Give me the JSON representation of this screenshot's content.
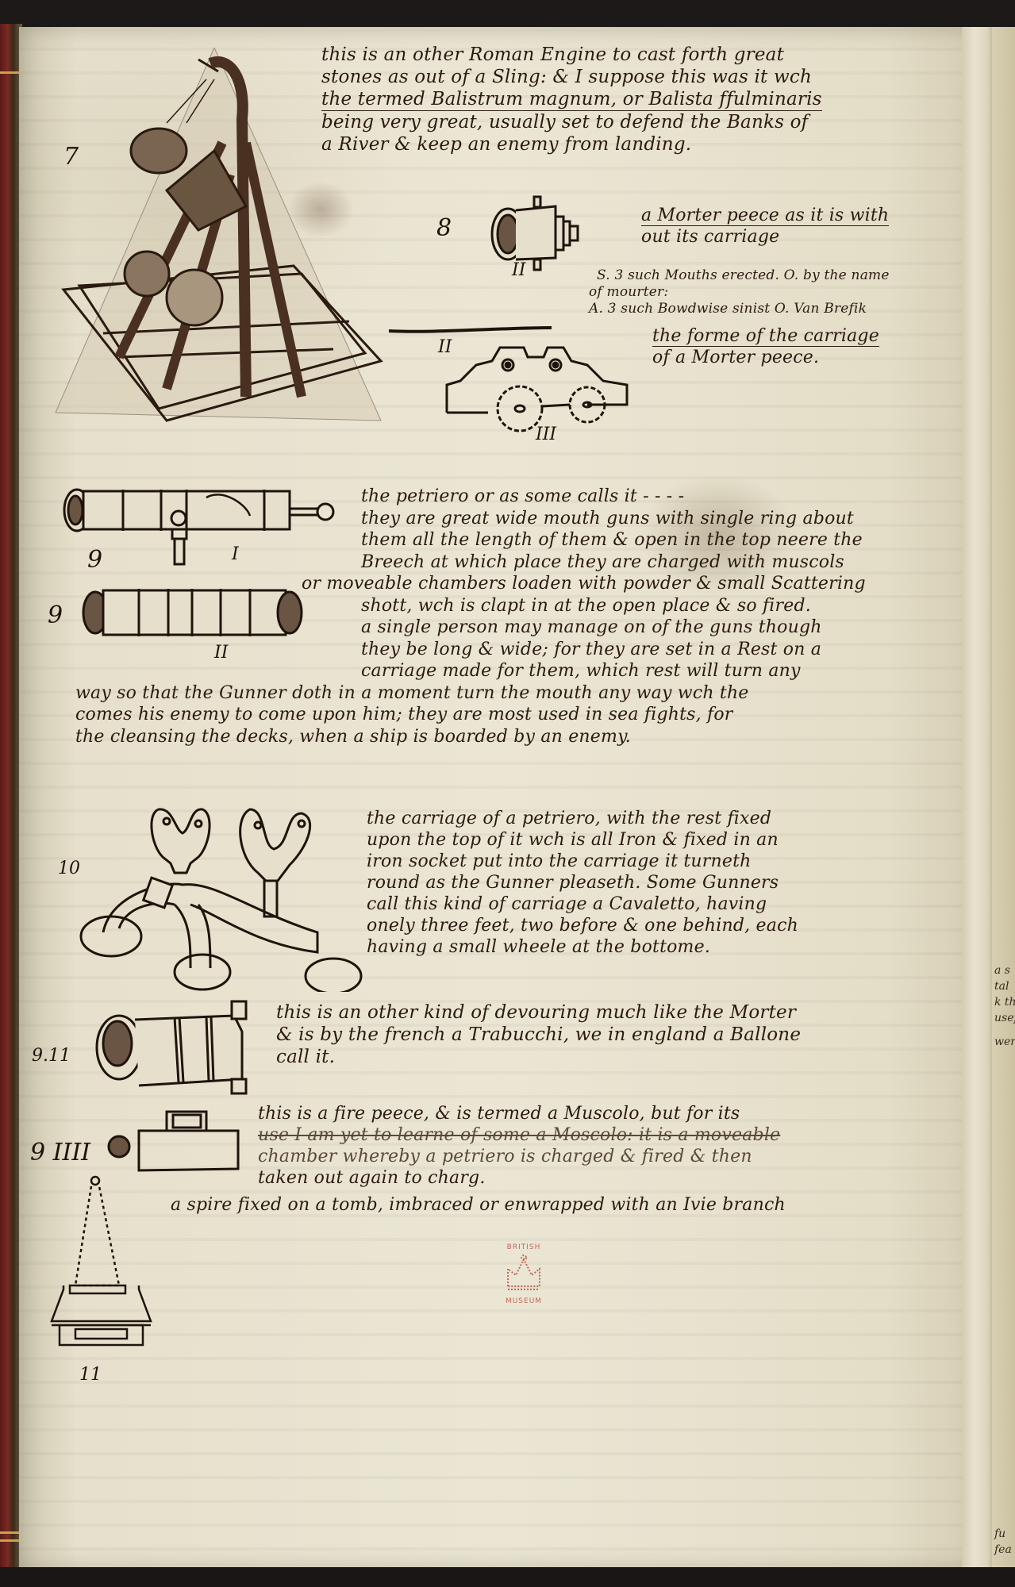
{
  "document": {
    "type": "manuscript page scan",
    "stamp": {
      "top": "BRITISH",
      "bottom": "MUSEUM",
      "color": "#c0685a"
    }
  },
  "colors": {
    "ink": "#2a1a10",
    "paper": "#ebe6d4",
    "background": "#1c1918",
    "binding": "#6a3a2a"
  },
  "figures": [
    {
      "id": "7",
      "label": "7",
      "subject": "Roman engine / ballista with sling"
    },
    {
      "id": "8",
      "label": "8",
      "subject": "mortar piece without carriage",
      "tally": "II"
    },
    {
      "id": "8-carriage",
      "label": "II",
      "subject": "carriage of a mortar piece",
      "tally": "III"
    },
    {
      "id": "9-I",
      "label": "9",
      "tally": "I",
      "subject": "petriero with swivel"
    },
    {
      "id": "9-II",
      "label": "9",
      "tally": "II",
      "subject": "petriero barrel"
    },
    {
      "id": "10",
      "label": "10",
      "subject": "carriage of a petriero (cavaletto)"
    },
    {
      "id": "9-11",
      "label": "9.11",
      "subject": "trabucchi / balloon mortar"
    },
    {
      "id": "9-IIII",
      "label": "9 IIII",
      "subject": "moscolo chamber"
    },
    {
      "id": "11",
      "label": "11",
      "subject": "spire fixed on a tomb"
    }
  ],
  "passages": {
    "p1": [
      "this is an other Roman Engine to cast forth great",
      "stones as out of a Sling: & I suppose this was it wch",
      "the termed Balistrum magnum, or Balista ffulminaris",
      "being very great, usually set to defend the Banks of",
      "a River & keep an enemy from landing."
    ],
    "p2": [
      "a Morter peece as it is with",
      "out its carriage"
    ],
    "p3": [
      "S. 3 such Mouths erected. O. by the name",
      "of mourter:",
      "A. 3 such Bowdwise sinist O. Van Brefik"
    ],
    "p4": [
      "the forme of the carriage",
      "of a Morter peece."
    ],
    "p5": [
      "the petriero or as some calls it - - - -",
      "they are great wide mouth guns with single ring about",
      "them all the length of them & open in the top neere the",
      "Breech at which place they are charged with muscols",
      "or moveable chambers loaden with powder & small Scattering",
      "shott, wch is clapt in at the open place & so fired.",
      "a single person may manage on of the guns though",
      "they be long & wide; for they are set in a Rest on a",
      "carriage made for them, which rest will turn any",
      "way so that the Gunner doth in a moment turn the mouth any way wch the",
      "comes his enemy to come upon him; they are most used in sea fights, for",
      "the cleansing the decks, when a ship is boarded by an enemy."
    ],
    "p6": [
      "the carriage of a petriero, with the rest fixed",
      "upon the top of it wch is all Iron & fixed in an",
      "iron socket put into the carriage it turneth",
      "round as the Gunner pleaseth. Some Gunners",
      "call this kind of carriage a Cavaletto, having",
      "onely three feet, two before & one behind, each",
      "having a small wheele at the bottome."
    ],
    "p7": [
      "this is an other kind of devouring much like the Morter",
      "& is by the french a Trabucchi, we in england a Ballone",
      "call it."
    ],
    "p8": [
      "this is a fire peece, & is termed a Muscolo, but for its",
      "use I am yet to learne of some a Moscolo: it is a moveable",
      "chamber whereby a petriero is charged & fired & then",
      "taken out again to charg."
    ],
    "p9": [
      "a spire fixed on a tomb, imbraced or enwrapped with an Ivie branch"
    ]
  },
  "next_page_fragments": [
    "a s",
    "tal",
    "k th",
    "usef",
    "wer",
    "fu",
    "fea"
  ]
}
